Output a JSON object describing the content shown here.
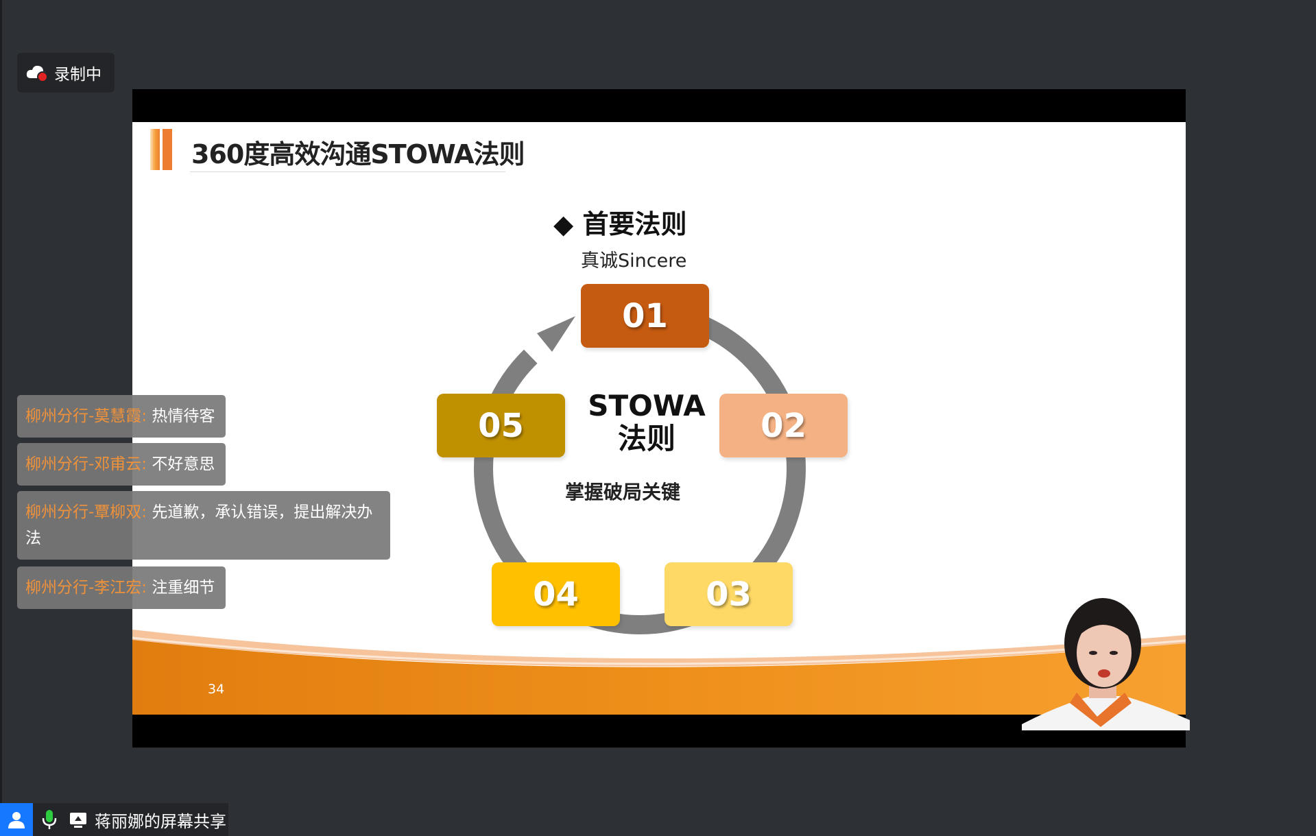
{
  "recording": {
    "label": "录制中"
  },
  "slide": {
    "title": "360度高效沟通STOWA法则",
    "principle": "◆ 首要法则",
    "principle_sub": "真诚Sincere",
    "center_title_line1": "STOWA",
    "center_title_line2": "法则",
    "center_sub": "掌握破局关键",
    "page_number": "34",
    "steps": [
      {
        "num": "01",
        "color": "#c55a11"
      },
      {
        "num": "02",
        "color": "#f4b183"
      },
      {
        "num": "03",
        "color": "#ffd966"
      },
      {
        "num": "04",
        "color": "#ffc000"
      },
      {
        "num": "05",
        "color": "#bf9000"
      }
    ],
    "accent_orange": "#ed7d31",
    "arc_color": "#7f7f7f"
  },
  "chat": [
    {
      "name": "柳州分行-莫慧霞:",
      "text": "热情待客"
    },
    {
      "name": "柳州分行-邓甫云:",
      "text": "不好意思"
    },
    {
      "name": "柳州分行-覃柳双:",
      "text": "先道歉，承认错误，提出解决办法"
    },
    {
      "name": "柳州分行-李江宏:",
      "text": "注重细节"
    }
  ],
  "bottom_bar": {
    "share_label": "蒋丽娜的屏幕共享"
  }
}
